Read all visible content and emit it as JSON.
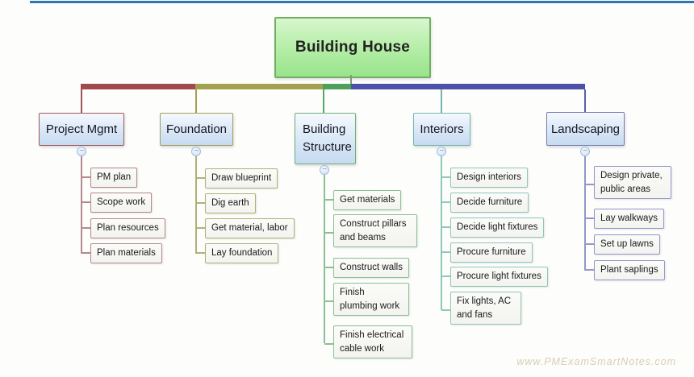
{
  "root": {
    "label": "Building House"
  },
  "icons": {
    "collapse": "−"
  },
  "colors": {
    "top_rule": "#2e75b6",
    "root_fill": "#a9ea9c",
    "root_border": "#71ae61",
    "bar_project_mgmt": "#a04a4e",
    "bar_foundation": "#a3a14e",
    "bar_building_structure": "#4ca05a",
    "bar_landscaping_interiors": "#4c52a8",
    "connector_interiors": "#74b7a9",
    "category_fill": "#d3e3f5",
    "watermark_text_color": "#d9cdb2"
  },
  "branches": [
    {
      "label": "Project Mgmt",
      "items": [
        "PM plan",
        "Scope work",
        "Plan resources",
        "Plan materials"
      ]
    },
    {
      "label": "Foundation",
      "items": [
        "Draw blueprint",
        "Dig earth",
        "Get material, labor",
        "Lay foundation"
      ]
    },
    {
      "label": "Building Structure",
      "items": [
        "Get materials",
        "Construct pillars and beams",
        "Construct walls",
        "Finish plumbing work",
        "Finish electrical cable work"
      ]
    },
    {
      "label": "Interiors",
      "items": [
        "Design interiors",
        "Decide furniture",
        "Decide light fixtures",
        "Procure furniture",
        "Procure light fixtures",
        "Fix lights, AC and fans"
      ]
    },
    {
      "label": "Landscaping",
      "items": [
        "Design private, public areas",
        "Lay walkways",
        "Set up lawns",
        "Plant saplings"
      ]
    }
  ],
  "watermark": {
    "text": "www.PMExamSmartNotes.com"
  }
}
